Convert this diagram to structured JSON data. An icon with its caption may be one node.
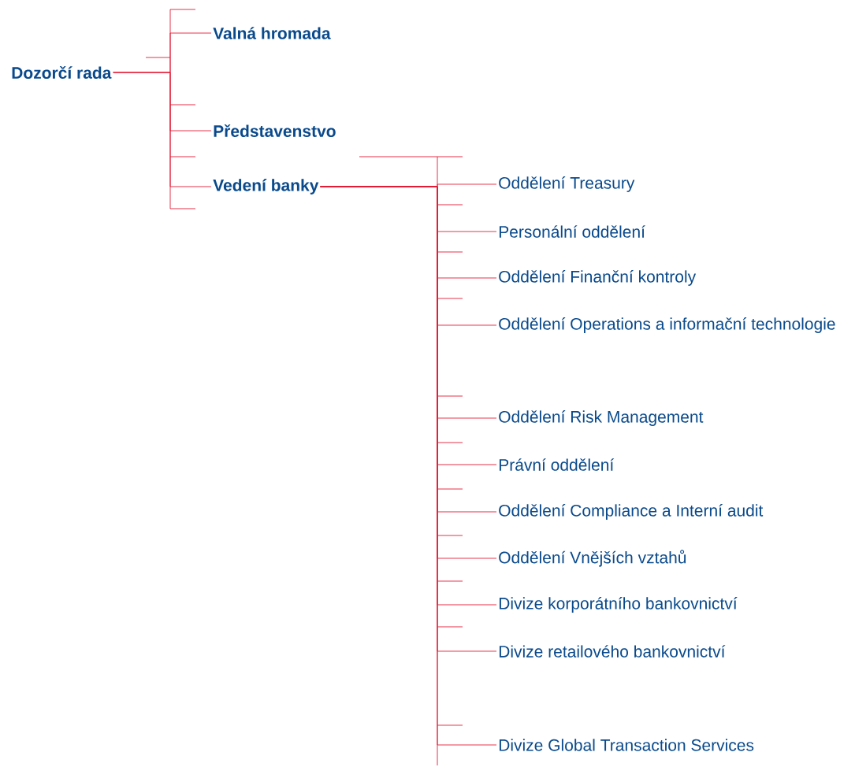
{
  "diagram": {
    "nodes": [
      {
        "text": [
          "Dozorčí rada"
        ]
      },
      {
        "text": [
          "Valná hromada"
        ]
      },
      {
        "text": [
          "Představenstvo"
        ]
      },
      {
        "text": [
          "Vedení banky"
        ]
      },
      {
        "text": [
          "Oddělení Treasury"
        ]
      },
      {
        "text": [
          "Personální oddělení"
        ]
      },
      {
        "text": [
          "Oddělení Finanční kontroly"
        ]
      },
      {
        "text": [
          "Oddělení Operations a informační technologie"
        ]
      },
      {
        "text": [
          "Oddělení Risk Management"
        ]
      },
      {
        "text": [
          "Právní oddělení"
        ]
      },
      {
        "text": [
          "Oddělení Compliance a Interní audit"
        ]
      },
      {
        "text": [
          "Oddělení Vnějších vztahů"
        ]
      },
      {
        "text": [
          "Divize korporátního bankovnictví"
        ]
      },
      {
        "text": [
          "Divize retailového bankovnictví"
        ]
      },
      {
        "text": [
          "Divize Global Transaction Services"
        ]
      }
    ],
    "edges": [
      {
        "from": 0,
        "to": 1,
        "arrow": "none"
      },
      {
        "from": 0,
        "to": 2,
        "arrow": "none"
      },
      {
        "from": 0,
        "to": 3,
        "arrow": "none"
      },
      {
        "from": 3,
        "to": 4,
        "arrow": "none"
      },
      {
        "from": 3,
        "to": 5,
        "arrow": "none"
      },
      {
        "from": 3,
        "to": 6,
        "arrow": "none"
      },
      {
        "from": 3,
        "to": 7,
        "arrow": "none"
      },
      {
        "from": 3,
        "to": 8,
        "arrow": "none"
      },
      {
        "from": 3,
        "to": 9,
        "arrow": "none"
      },
      {
        "from": 3,
        "to": 10,
        "arrow": "none"
      },
      {
        "from": 3,
        "to": 11,
        "arrow": "none"
      },
      {
        "from": 3,
        "to": 12,
        "arrow": "none"
      },
      {
        "from": 3,
        "to": 13,
        "arrow": "none"
      },
      {
        "from": 3,
        "to": 14,
        "arrow": "none"
      }
    ]
  }
}
